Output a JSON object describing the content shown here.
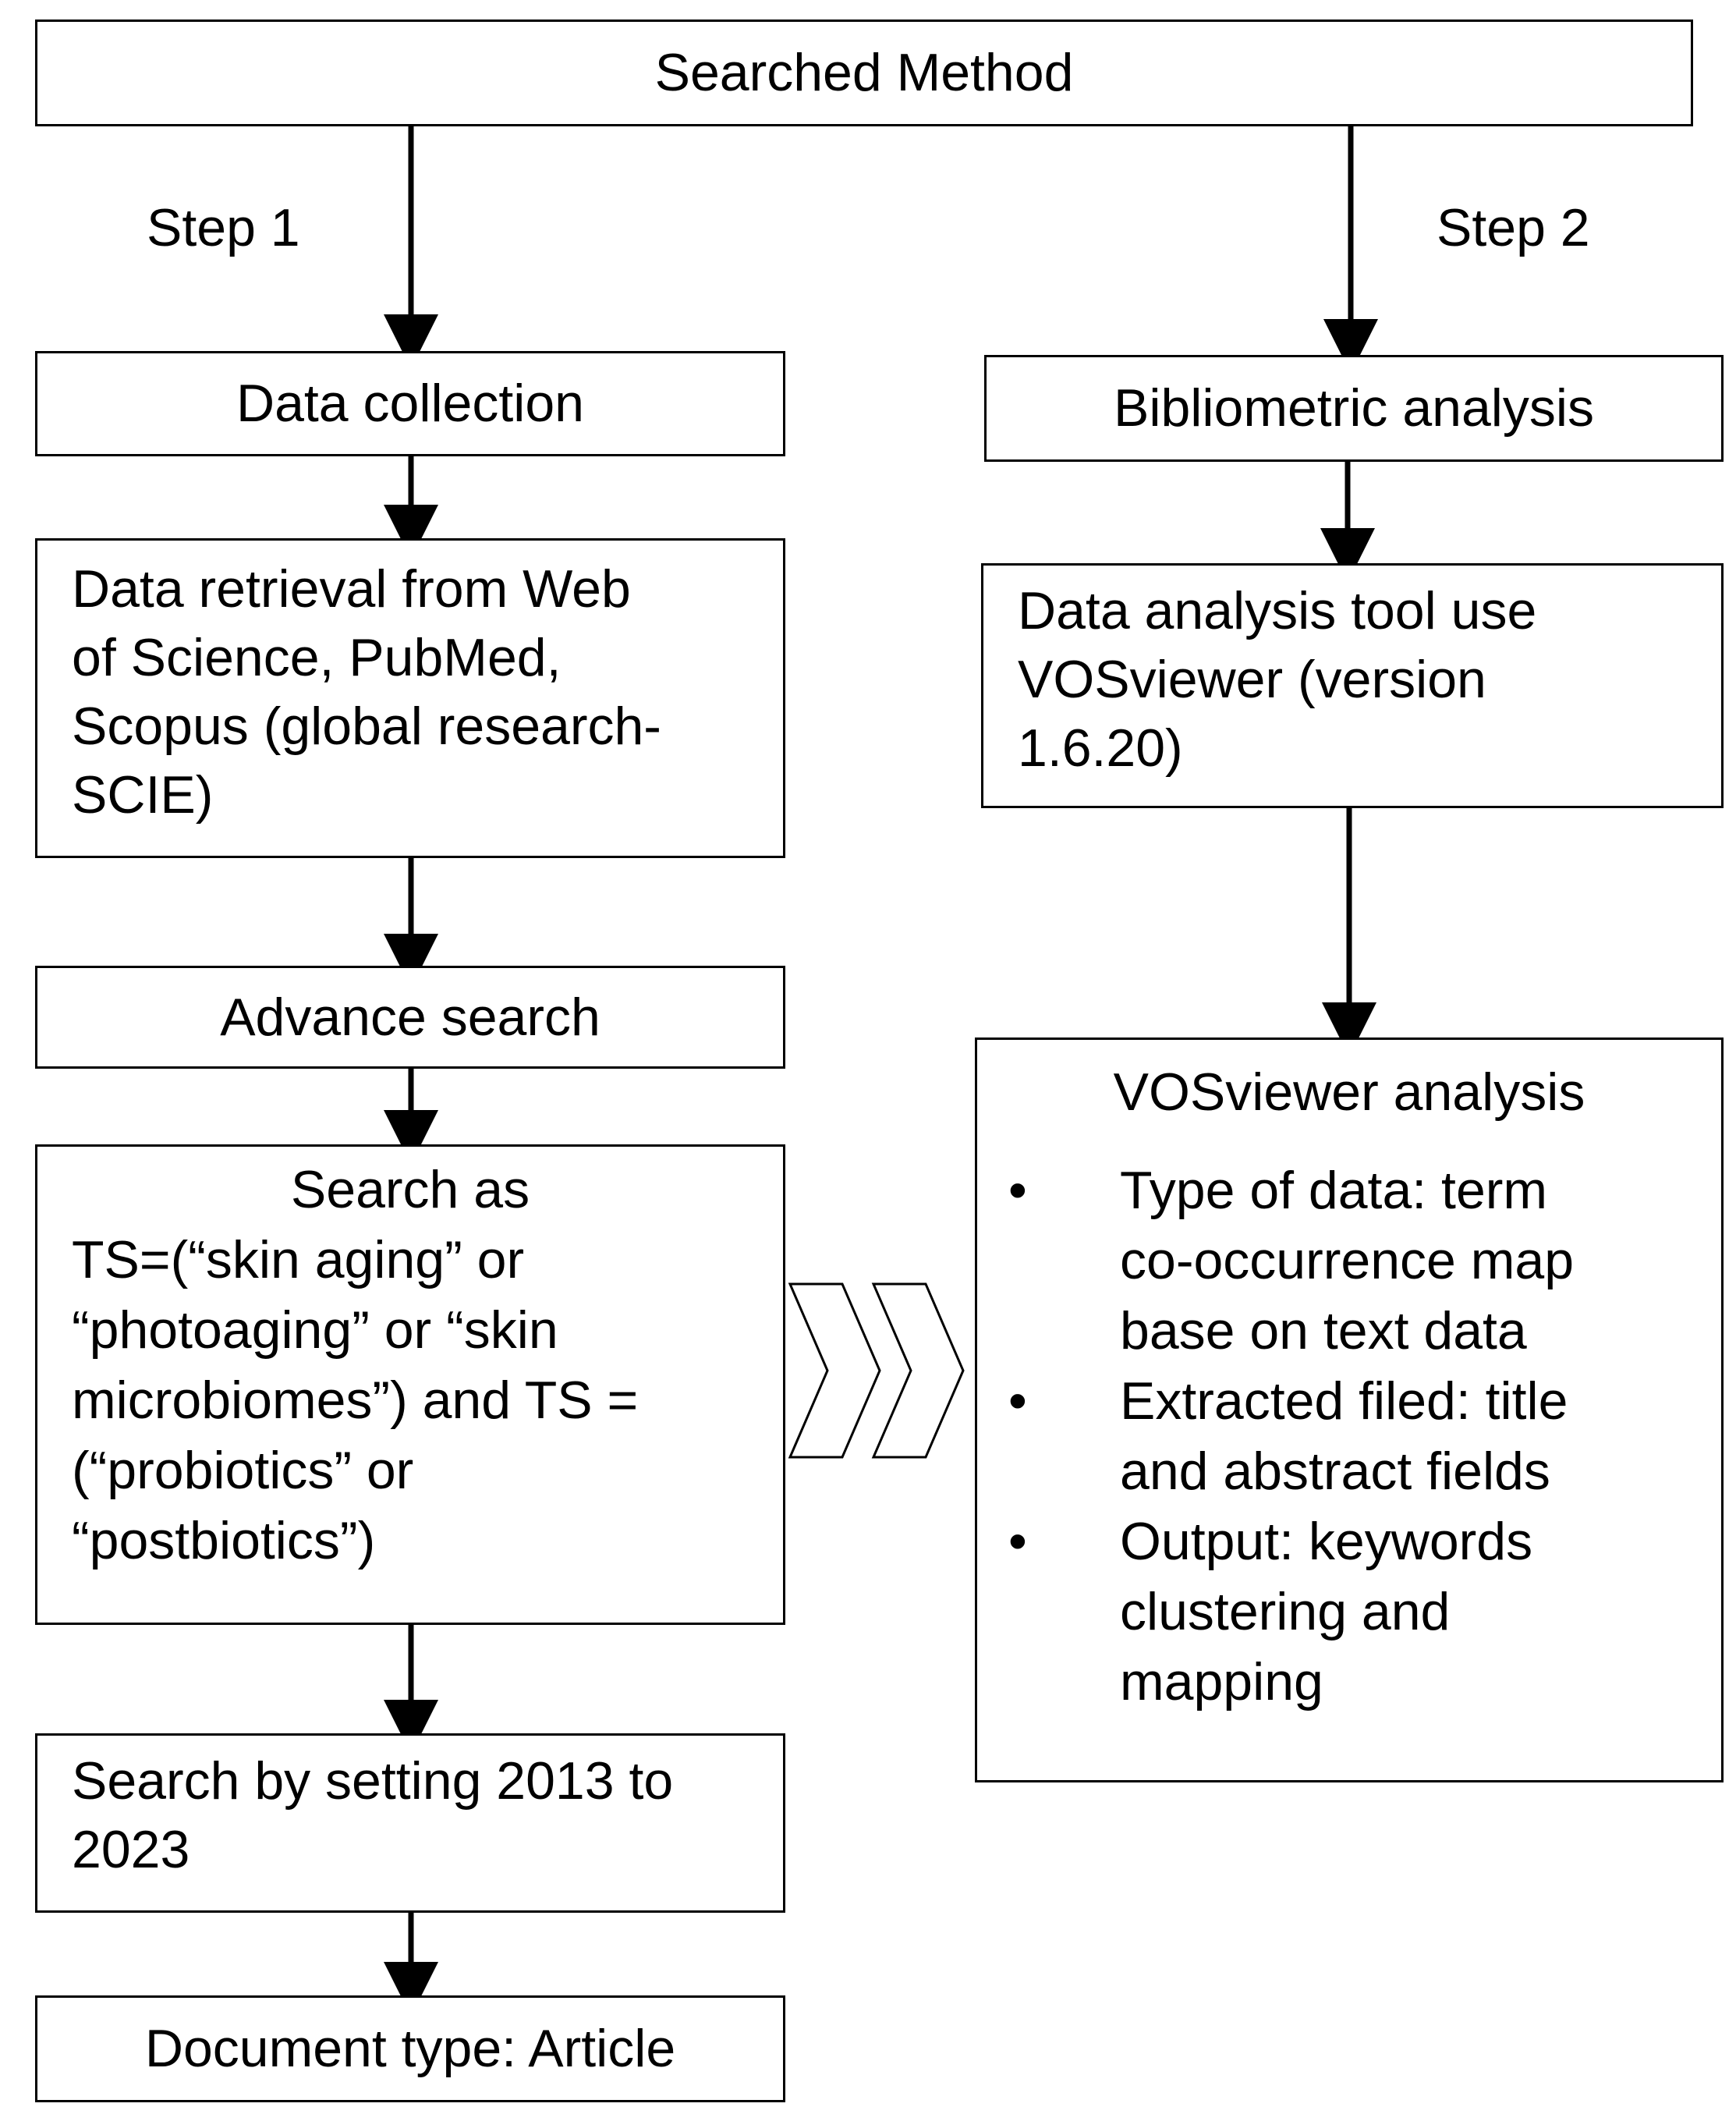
{
  "title": "Searched Method",
  "step1_label": "Step 1",
  "step2_label": "Step 2",
  "left_column": {
    "data_collection": "Data collection",
    "retrieval_lines": [
      "Data retrieval from Web",
      "of Science, PubMed,",
      "Scopus (global research-",
      "SCIE)"
    ],
    "advance_search": "Advance search",
    "search_heading": "Search as",
    "search_lines": [
      "TS=(“skin aging” or",
      "“photoaging” or “skin",
      "microbiomes”) and TS =",
      "(“probiotics” or",
      "“postbiotics”)"
    ],
    "setting_lines": [
      "Search by setting 2013 to",
      "2023"
    ],
    "document_type": "Document type: Article"
  },
  "right_column": {
    "bibliometric": "Bibliometric analysis",
    "tool_lines": [
      "Data analysis tool use",
      "VOSviewer (version",
      "1.6.20)"
    ],
    "vos_heading": "VOSviewer analysis",
    "bullet_symbol": "•",
    "bullets": [
      {
        "lines": [
          "Type of data: term",
          "co-occurrence map",
          "base on text data"
        ]
      },
      {
        "lines": [
          "Extracted filed: title",
          "and abstract fields"
        ]
      },
      {
        "lines": [
          "Output: keywords",
          "clustering and",
          "mapping"
        ]
      }
    ]
  }
}
